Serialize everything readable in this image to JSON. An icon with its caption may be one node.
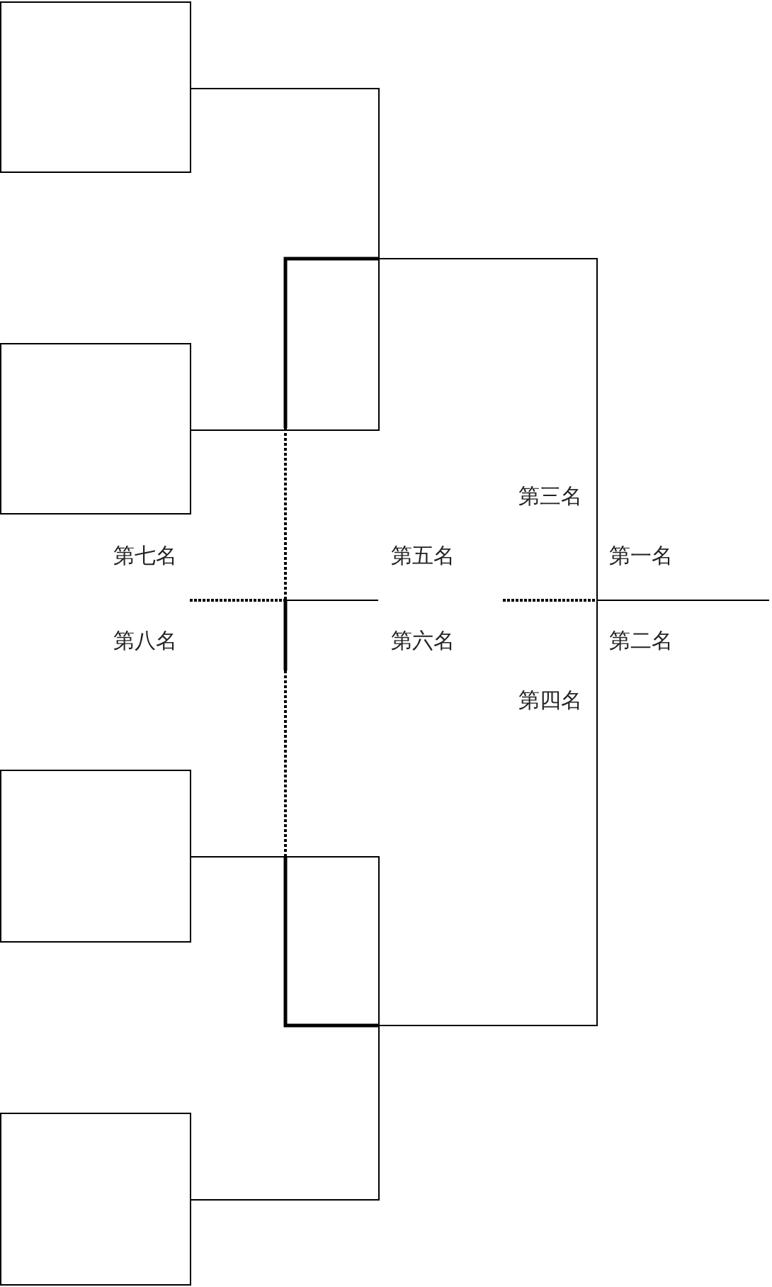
{
  "diagram": {
    "nodes": [
      {
        "text": [],
        "shape": "box"
      },
      {
        "text": [],
        "shape": "box"
      },
      {
        "text": [],
        "shape": "box"
      },
      {
        "text": [],
        "shape": "box"
      }
    ],
    "edges": [
      {
        "from": 0,
        "to": 1,
        "arrow": "none"
      },
      {
        "from": 2,
        "to": 3,
        "arrow": "none"
      }
    ],
    "labels": [
      "第三名",
      "第七名",
      "第五名",
      "第一名",
      "第八名",
      "第六名",
      "第二名",
      "第四名"
    ]
  }
}
